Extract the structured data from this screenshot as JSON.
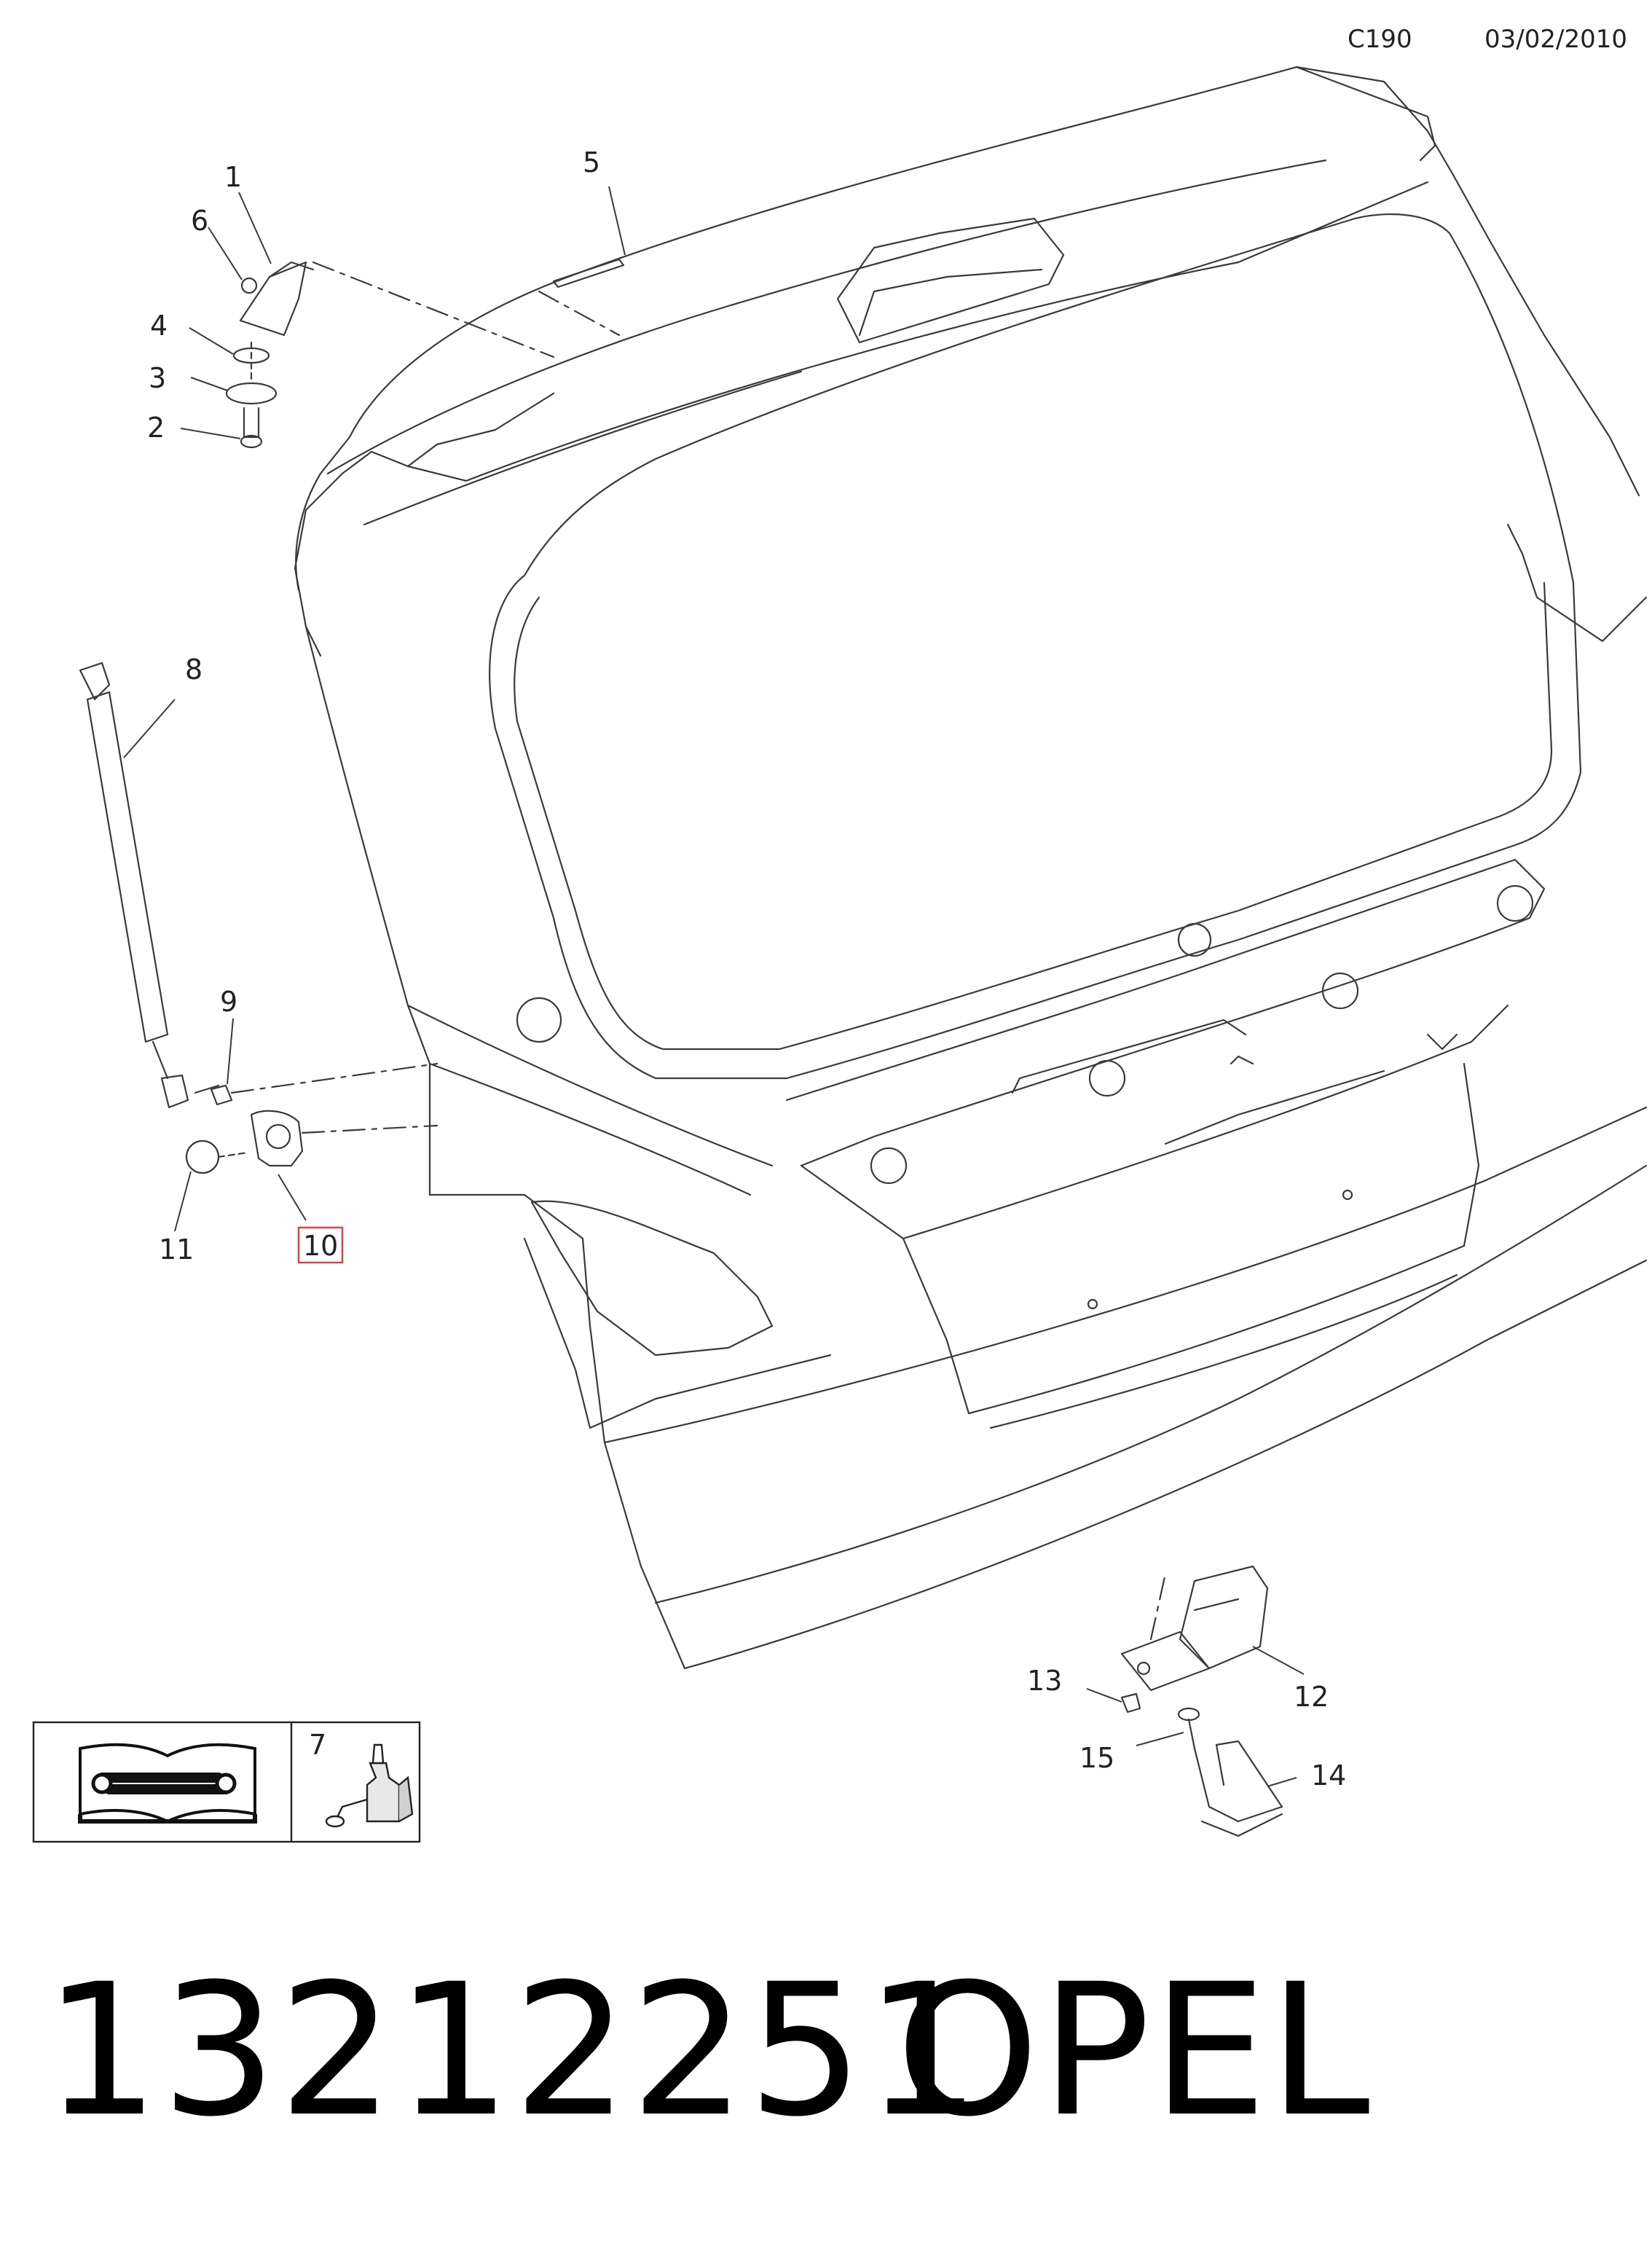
{
  "header": {
    "code": "C190",
    "date": "03/02/2010"
  },
  "callouts": [
    {
      "id": "1",
      "label": "1"
    },
    {
      "id": "2",
      "label": "2"
    },
    {
      "id": "3",
      "label": "3"
    },
    {
      "id": "4",
      "label": "4"
    },
    {
      "id": "5",
      "label": "5"
    },
    {
      "id": "6",
      "label": "6"
    },
    {
      "id": "7",
      "label": "7"
    },
    {
      "id": "8",
      "label": "8"
    },
    {
      "id": "9",
      "label": "9"
    },
    {
      "id": "10",
      "label": "10",
      "highlighted": true
    },
    {
      "id": "11",
      "label": "11"
    },
    {
      "id": "12",
      "label": "12"
    },
    {
      "id": "13",
      "label": "13"
    },
    {
      "id": "14",
      "label": "14"
    },
    {
      "id": "15",
      "label": "15"
    }
  ],
  "footer": {
    "part_number": "13212251",
    "brand": "OPEL"
  },
  "colors": {
    "line": "#3a3a3a",
    "highlight": "#e0404a"
  }
}
